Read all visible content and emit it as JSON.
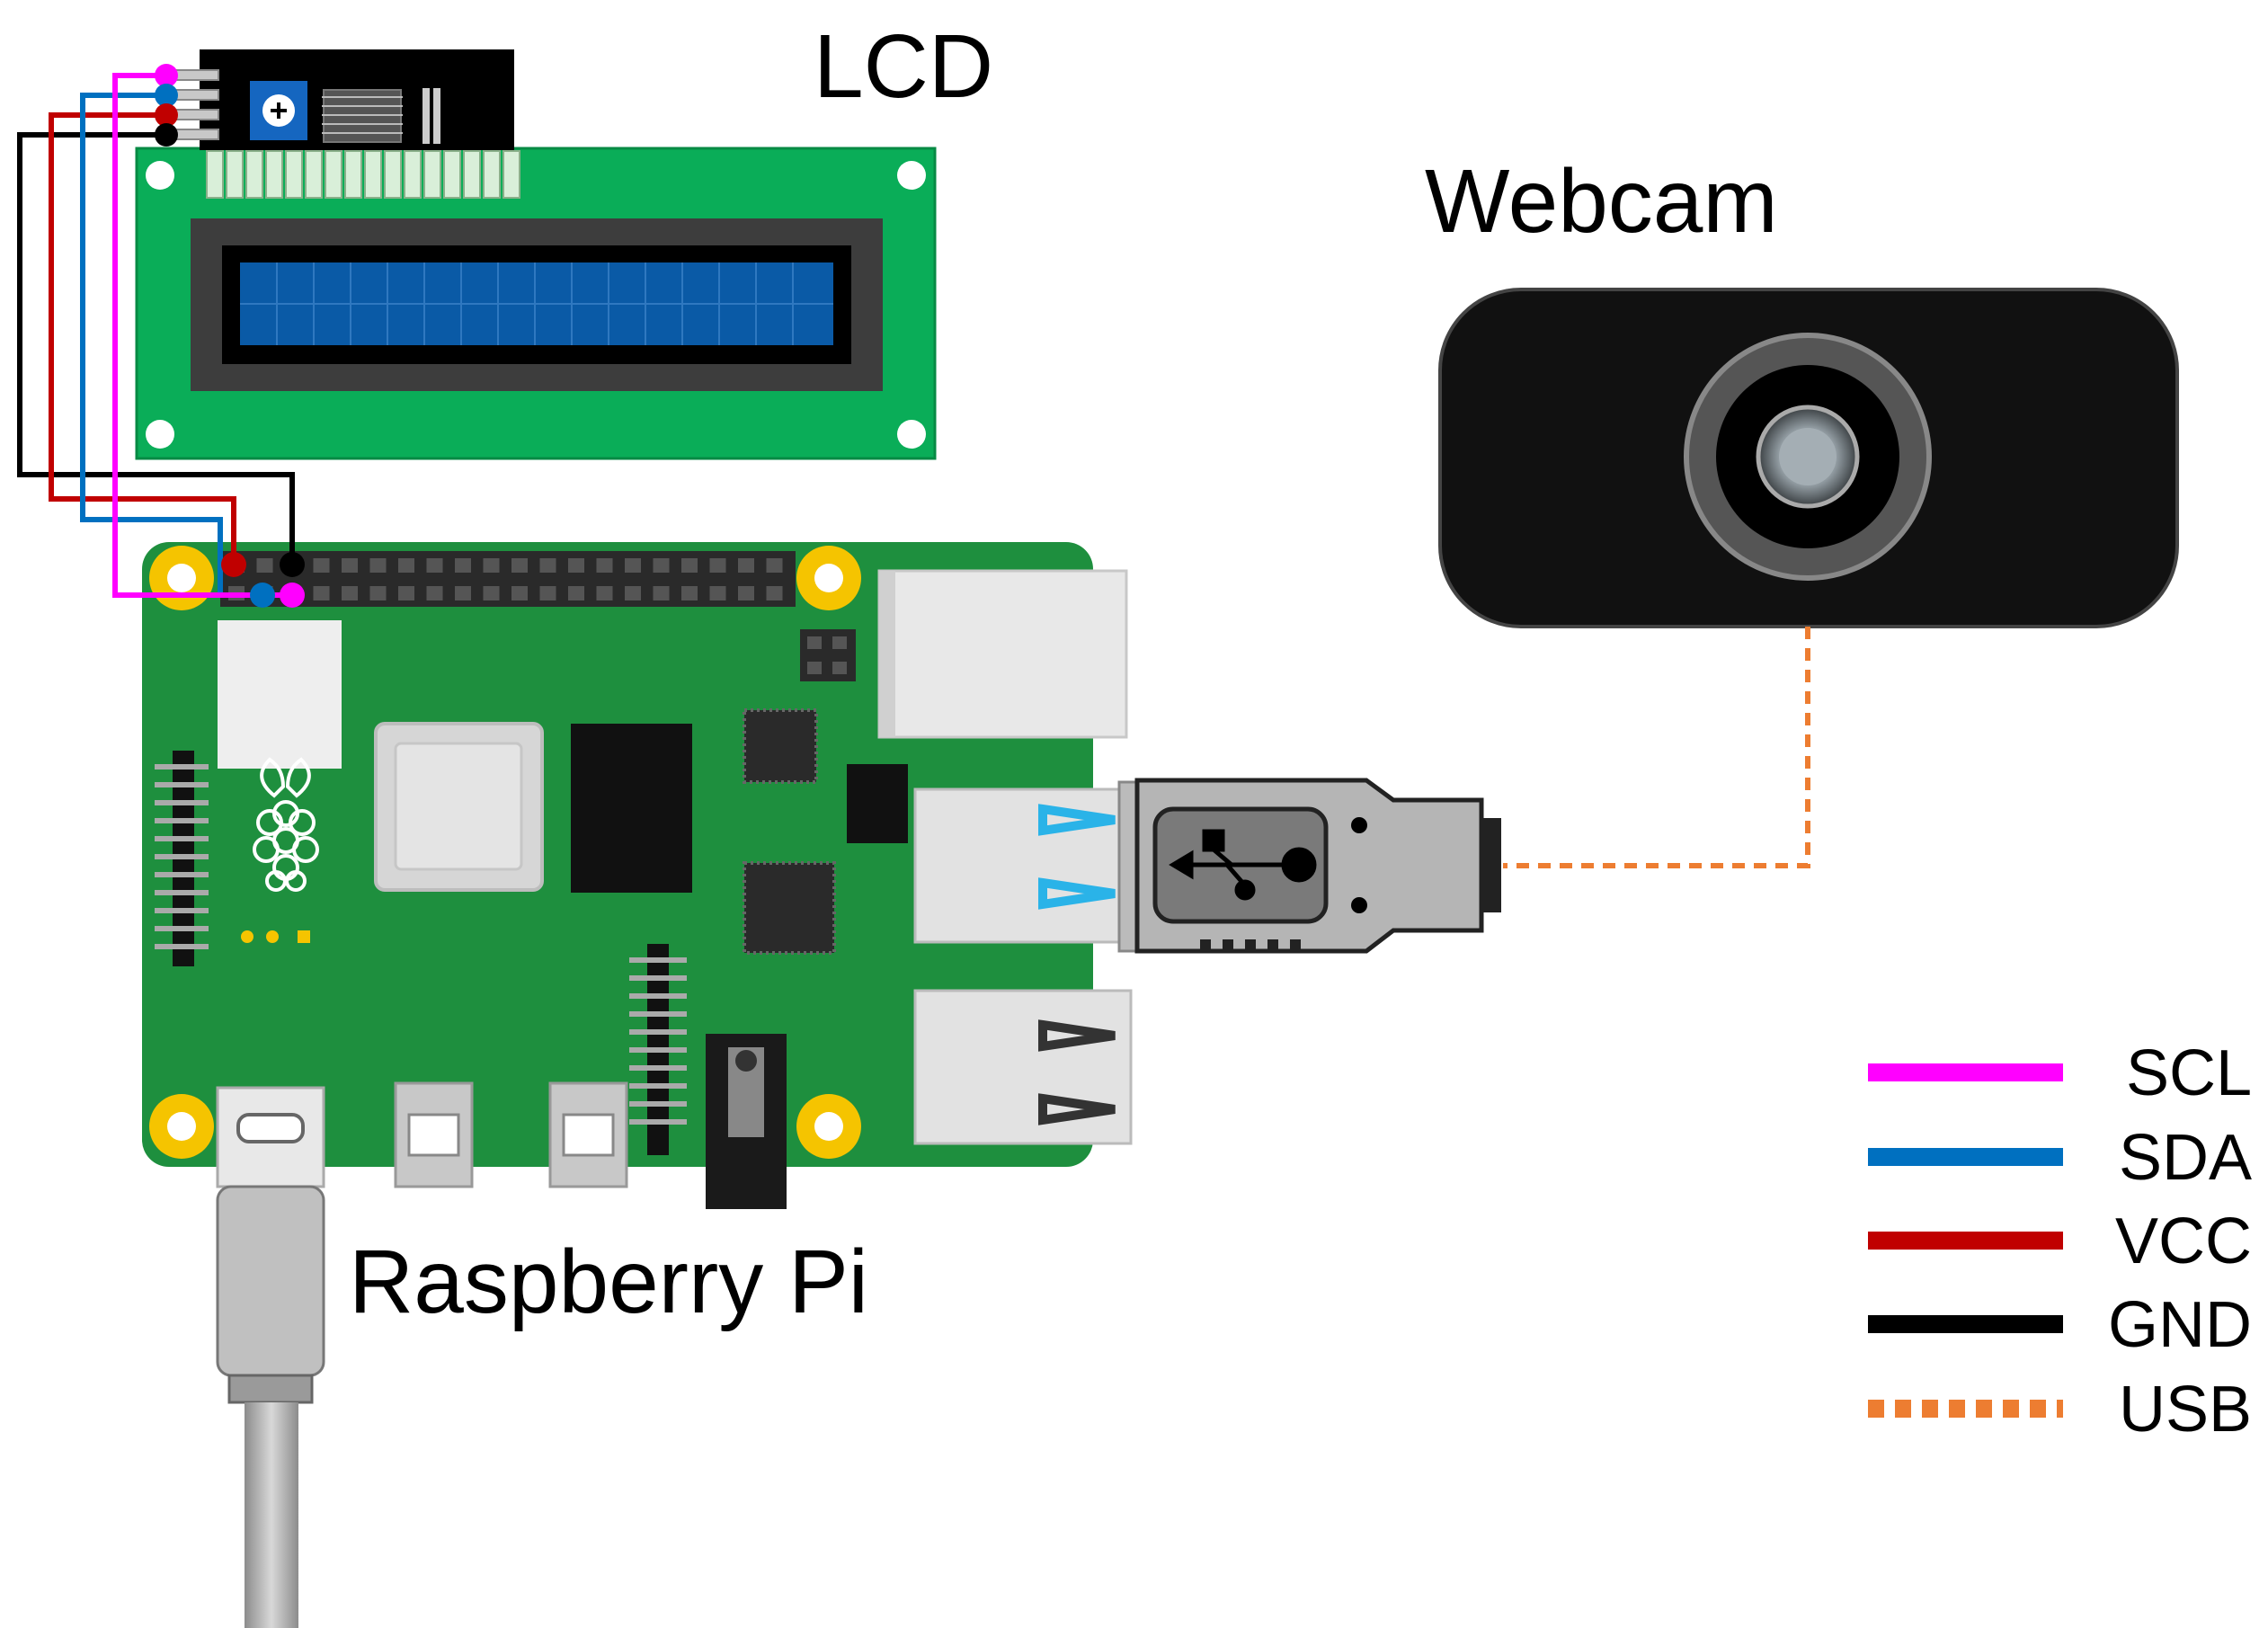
{
  "labels": {
    "lcd": "LCD",
    "webcam": "Webcam",
    "raspberry_pi": "Raspberry Pi"
  },
  "legend": [
    {
      "label": "SCL",
      "color": "#ff00ff",
      "style": "solid"
    },
    {
      "label": "SDA",
      "color": "#0070c0",
      "style": "solid"
    },
    {
      "label": "VCC",
      "color": "#c00000",
      "style": "solid"
    },
    {
      "label": "GND",
      "color": "#000000",
      "style": "solid"
    },
    {
      "label": "USB",
      "color": "#ed7d31",
      "style": "dashed"
    }
  ],
  "colors": {
    "pcb_green": "#1e8f3e",
    "lcd_board": "#0aad58",
    "lcd_screen": "#0a5aa6",
    "mount_hole": "#f5c400",
    "webcam_body": "#111111",
    "usb_plug": "#b5b5b5"
  },
  "icons": [
    "raspberry-logo-icon",
    "usb-symbol-icon"
  ]
}
